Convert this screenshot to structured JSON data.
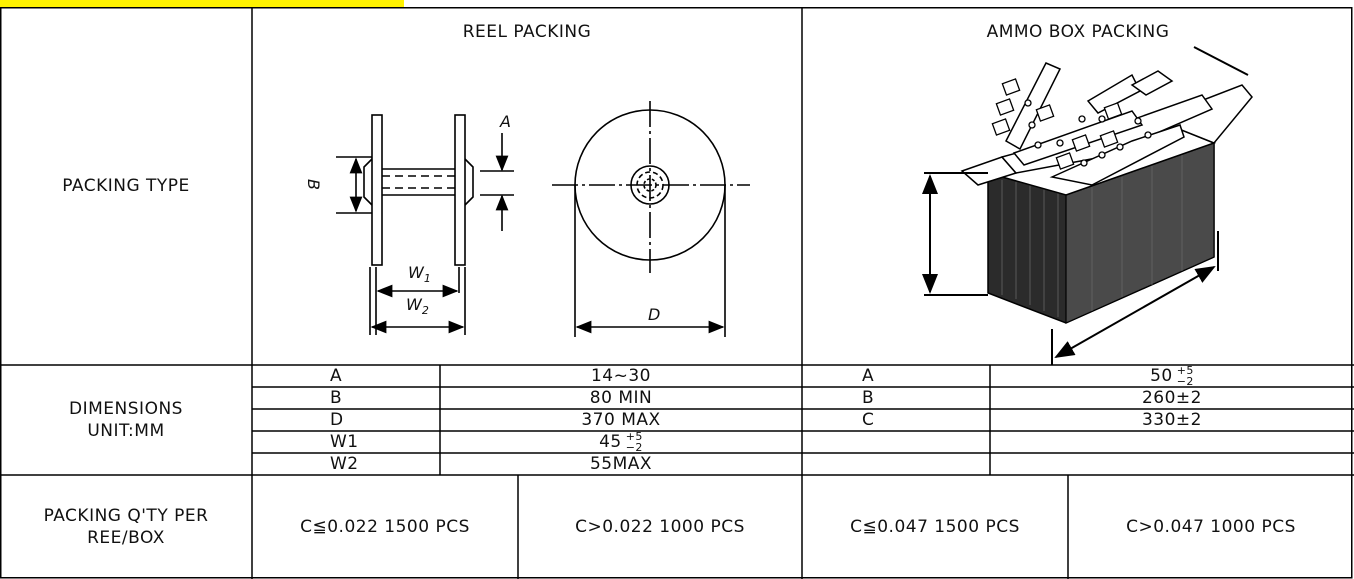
{
  "header": {
    "packing_type": "PACKING TYPE",
    "reel_title": "REEL PACKING",
    "ammo_title": "AMMO BOX PACKING"
  },
  "reel_labels": {
    "a": "A",
    "b": "B",
    "w1": "W",
    "w1_sub": "1",
    "w2": "W",
    "w2_sub": "2",
    "d": "D"
  },
  "dimensions": {
    "label": "DIMENSIONS UNIT:MM",
    "reel_rows": [
      {
        "key": "A",
        "value": "14~30"
      },
      {
        "key": "B",
        "value": "80 MIN"
      },
      {
        "key": "D",
        "value": "370 MAX"
      },
      {
        "key": "W1",
        "value": "45",
        "tol_plus": "+5",
        "tol_minus": "−2"
      },
      {
        "key": "W2",
        "value": "55MAX"
      }
    ],
    "ammo_rows": [
      {
        "key": "A",
        "value": "50",
        "tol_plus": "+5",
        "tol_minus": "−2"
      },
      {
        "key": "B",
        "value": "260±2"
      },
      {
        "key": "C",
        "value": "330±2"
      },
      {
        "key": "",
        "value": ""
      },
      {
        "key": "",
        "value": ""
      }
    ]
  },
  "qty": {
    "label": "PACKING Q'TY PER REE/BOX",
    "cells": [
      "C≦0.022 1500 PCS",
      "C>0.022 1000 PCS",
      "C≦0.047 1500 PCS",
      "C>0.047 1000 PCS"
    ]
  }
}
